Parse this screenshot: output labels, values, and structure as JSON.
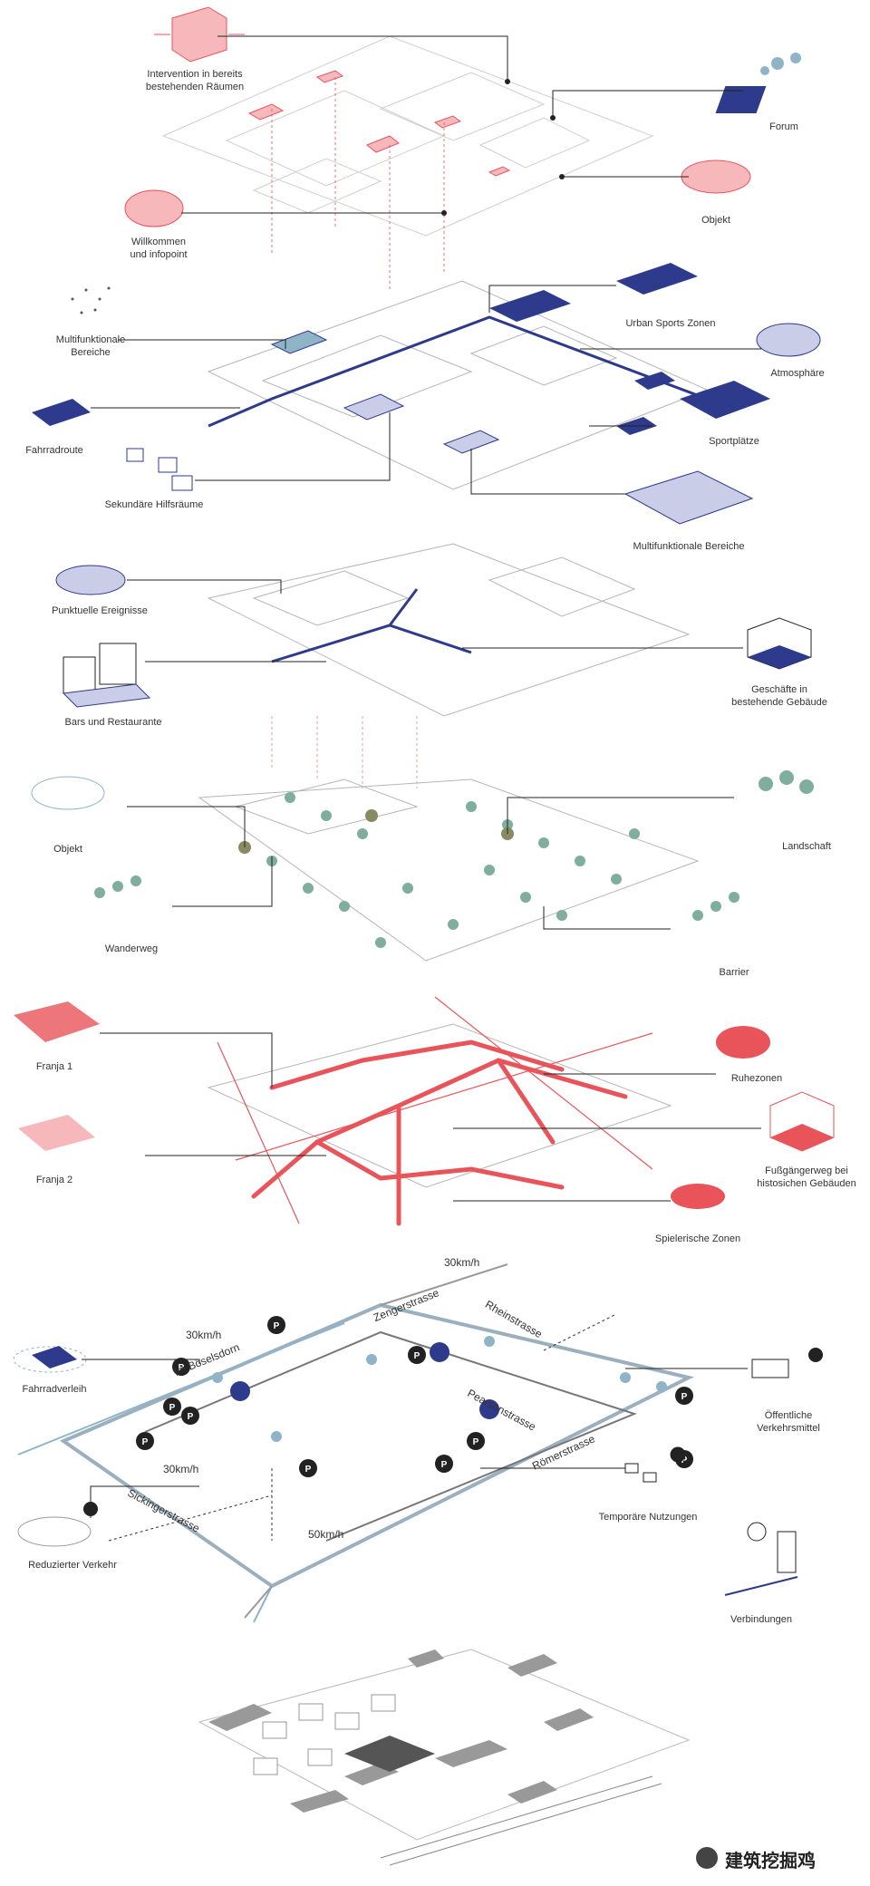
{
  "colors": {
    "red": "#e8545a",
    "red_light": "#f6b8bb",
    "navy": "#2e3a8c",
    "navy_light": "#c9cde8",
    "green": "#7fae9e",
    "olive": "#8a8a62",
    "blue_light": "#8fb4c8",
    "gray": "#999999",
    "dark": "#333333"
  },
  "layer1": {
    "intervention": "Intervention in bereits\nbestehenden Räumen",
    "forum": "Forum",
    "objekt": "Objekt",
    "willkommen": "Willkommen\nund infopoint"
  },
  "layer2": {
    "multifunktionale_bereiche_left": "Multifunktionale\nBereiche",
    "urban_sports": "Urban Sports Zonen",
    "atmosphaere": "Atmosphäre",
    "fahrradroute": "Fahrradroute",
    "sportplaetze": "Sportplätze",
    "sekundaere": "Sekundäre Hilfsräume",
    "multifunktionale_bereiche_right": "Multifunktionale Bereiche"
  },
  "layer3": {
    "punktuelle": "Punktuelle Ereignisse",
    "geschaefte": "Geschäfte in\nbestehende Gebäude",
    "bars": "Bars und Restaurante"
  },
  "layer4": {
    "objekt": "Objekt",
    "landschaft": "Landschaft",
    "wanderweg": "Wanderweg",
    "barrier": "Barrier"
  },
  "layer5": {
    "franja1": "Franja 1",
    "ruhezonen": "Ruhezonen",
    "franja2": "Franja 2",
    "fussgaenger": "Fußgängerweg bei\nhistosichen Gebäuden",
    "spielerische": "Spielerische Zonen"
  },
  "layer6": {
    "speed_top": "30km/h",
    "speed_left": "30km/h",
    "speed_mid": "30km/h",
    "speed_bottom": "50km/h",
    "zengerstrasse": "Zengerstrasse",
    "rheinstrasse": "Rheinstrasse",
    "im_boeselsdorn": "Im Böselsdorn",
    "pearsonstrasse": "Pearsonstrasse",
    "roemerstrasse": "Römerstrasse",
    "sickingerstrasse": "Sickingerstrasse",
    "fahrradverleih": "Fahrradverleih",
    "oeffentliche": "Öffentliche\nVerkehrsmittel",
    "temporaere": "Temporäre Nutzungen",
    "reduzierter": "Reduzierter Verkehr",
    "verbindungen": "Verbindungen",
    "parking_glyph": "P"
  },
  "watermark": {
    "text": "建筑挖掘鸡"
  }
}
